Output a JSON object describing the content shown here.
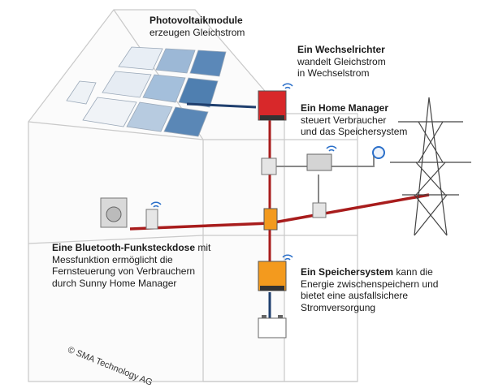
{
  "labels": {
    "pv": {
      "title": "Photovoltaikmodule",
      "line1": "erzeugen Gleichstrom"
    },
    "inverter": {
      "title": "Ein Wechselrichter",
      "line1": "wandelt Gleichstrom",
      "line2": "in Wechselstrom"
    },
    "home_manager": {
      "title": "Ein Home Manager",
      "line1": "steuert Verbraucher",
      "line2": "und das Speichersystem"
    },
    "bluetooth": {
      "title": "Eine Bluetooth-Funksteckdose",
      "title_suffix": " mit",
      "line1": "Messfunktion ermöglicht die",
      "line2": "Fernsteuerung von Verbrauchern",
      "line3": "durch Sunny Home Manager"
    },
    "storage": {
      "title": "Ein Speichersystem",
      "title_suffix": " kann die",
      "line1": "Energie zwischenspeichern und",
      "line2": "bietet eine ausfallsichere",
      "line3": "Stromversorgung"
    }
  },
  "copyright": "© SMA Technology AG",
  "colors": {
    "dc_line": "#1f3f6e",
    "ac_line": "#a81c1c",
    "inverter": "#d8282a",
    "storage_unit": "#f39a1e",
    "panel": "#5b88b8",
    "wifi": "#2a6fc9"
  }
}
